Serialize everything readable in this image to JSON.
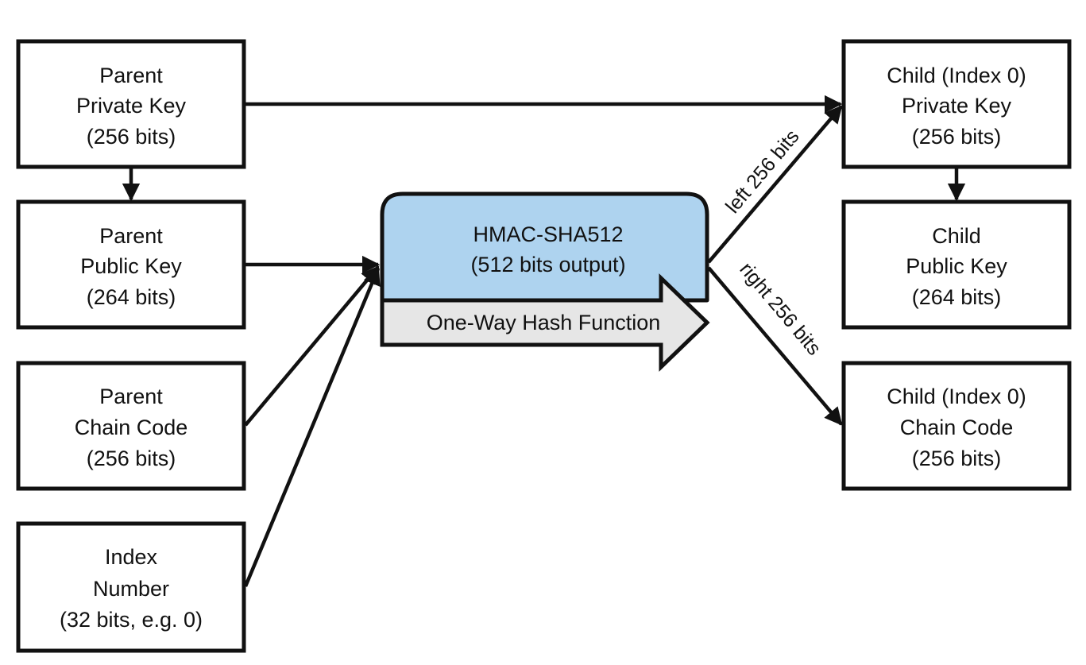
{
  "boxes": {
    "parent_private_key": {
      "lines": [
        "Parent",
        "Private Key",
        "(256 bits)"
      ]
    },
    "parent_public_key": {
      "lines": [
        "Parent",
        "Public Key",
        "(264 bits)"
      ]
    },
    "parent_chain_code": {
      "lines": [
        "Parent",
        "Chain Code",
        "(256 bits)"
      ]
    },
    "index_number": {
      "lines": [
        "Index",
        "Number",
        "(32 bits, e.g. 0)"
      ]
    },
    "child_private_key": {
      "lines": [
        "Child (Index 0)",
        "Private Key",
        "(256 bits)"
      ]
    },
    "child_public_key": {
      "lines": [
        "Child",
        "Public Key",
        "(264 bits)"
      ]
    },
    "child_chain_code": {
      "lines": [
        "Child (Index 0)",
        "Chain Code",
        "(256 bits)"
      ]
    }
  },
  "hmac": {
    "lines": [
      "HMAC-SHA512",
      "(512 bits output)"
    ],
    "hash_label": "One-Way Hash Function"
  },
  "edge_labels": {
    "left": "left 256 bits",
    "right": "right 256 bits"
  },
  "colors": {
    "hmac_fill": "#aed3ef",
    "hash_arrow_fill": "#e6e6e6",
    "stroke": "#111111"
  }
}
